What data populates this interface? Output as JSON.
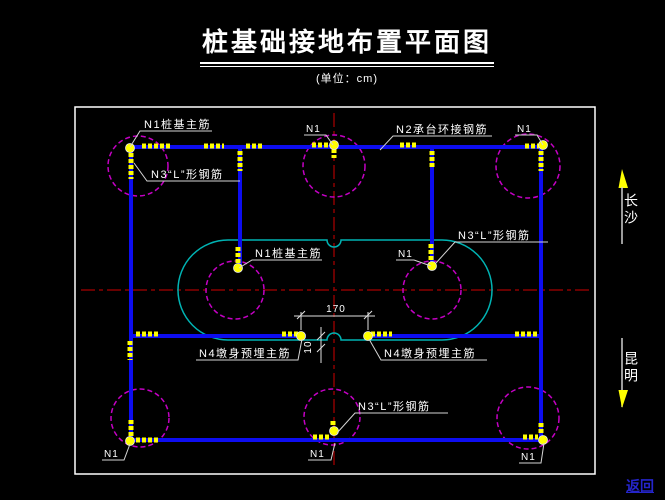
{
  "title": {
    "text": "桩基础接地布置平面图",
    "subtitle": "(单位：cm)"
  },
  "labels": {
    "n1": "N1",
    "n1_pile_main": "N1桩基主筋",
    "n2_cap_ring": "N2承台环接钢筋",
    "n3_l_shape": "N3“L”形钢筋",
    "n4_pier_embed": "N4墩身预埋主筋"
  },
  "dimensions": {
    "pier_spacing": "170",
    "embed_offset": "10"
  },
  "route": {
    "north": "长沙",
    "south": "昆明"
  },
  "nav": {
    "back": "返回"
  },
  "colors": {
    "grounding_line": "#0d0df0",
    "pile_circle": "#c400c4",
    "cap_outline": "#00b3b3",
    "centerline": "#8b0000",
    "rebar_mark": "#ffff00",
    "annotation": "#ffffff",
    "back_link": "#2525cc"
  }
}
